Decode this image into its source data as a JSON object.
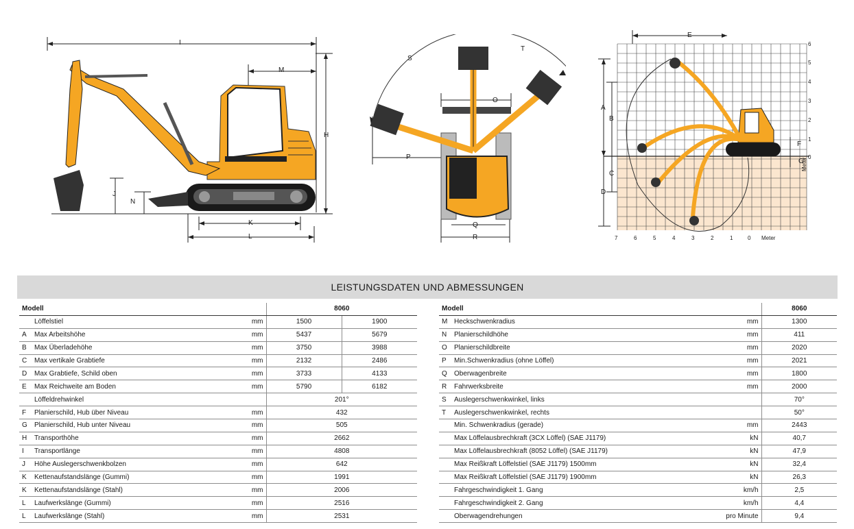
{
  "diagram_labels": {
    "side": {
      "I": "I",
      "M": "M",
      "H": "H",
      "J": "J",
      "N": "N",
      "K": "K",
      "L": "L"
    },
    "front": {
      "S": "S",
      "T": "T",
      "O": "O",
      "P": "P",
      "Q": "Q",
      "R": "R"
    },
    "range": {
      "E": "E",
      "A": "A",
      "B": "B",
      "C": "C",
      "D": "D",
      "F": "F",
      "G": "G",
      "meter_bottom": "Meter",
      "meter_side": "Meter",
      "x_ticks": [
        "7",
        "6",
        "5",
        "4",
        "3",
        "2",
        "1",
        "0"
      ],
      "y_ticks": [
        "6",
        "5",
        "4",
        "3",
        "2",
        "1",
        "0"
      ]
    }
  },
  "title": "LEISTUNGSDATEN UND ABMESSUNGEN",
  "left_table": {
    "header": {
      "label": "Modell",
      "model": "8060"
    },
    "rows": [
      {
        "letter": "",
        "label": "Löffelstiel",
        "unit": "mm",
        "v1": "1500",
        "v2": "1900"
      },
      {
        "letter": "A",
        "label": "Max Arbeitshöhe",
        "unit": "mm",
        "v1": "5437",
        "v2": "5679"
      },
      {
        "letter": "B",
        "label": "Max Überladehöhe",
        "unit": "mm",
        "v1": "3750",
        "v2": "3988"
      },
      {
        "letter": "C",
        "label": "Max vertikale Grabtiefe",
        "unit": "mm",
        "v1": "2132",
        "v2": "2486"
      },
      {
        "letter": "D",
        "label": "Max Grabtiefe, Schild oben",
        "unit": "mm",
        "v1": "3733",
        "v2": "4133"
      },
      {
        "letter": "E",
        "label": "Max Reichweite am Boden",
        "unit": "mm",
        "v1": "5790",
        "v2": "6182"
      },
      {
        "letter": "",
        "label": "Löffeldrehwinkel",
        "unit": "",
        "v": "201°"
      },
      {
        "letter": "F",
        "label": "Planierschild, Hub über Niveau",
        "unit": "mm",
        "v": "432"
      },
      {
        "letter": "G",
        "label": "Planierschild, Hub unter Niveau",
        "unit": "mm",
        "v": "505"
      },
      {
        "letter": "H",
        "label": "Transporthöhe",
        "unit": "mm",
        "v": "2662"
      },
      {
        "letter": "I",
        "label": "Transportlänge",
        "unit": "mm",
        "v": "4808"
      },
      {
        "letter": "J",
        "label": "Höhe Auslegerschwenkbolzen",
        "unit": "mm",
        "v": "642"
      },
      {
        "letter": "K",
        "label": "Kettenaufstandslänge (Gummi)",
        "unit": "mm",
        "v": "1991"
      },
      {
        "letter": "K",
        "label": "Kettenaufstandslänge (Stahl)",
        "unit": "mm",
        "v": "2006"
      },
      {
        "letter": "L",
        "label": "Laufwerkslänge (Gummi)",
        "unit": "mm",
        "v": "2516"
      },
      {
        "letter": "L",
        "label": "Laufwerkslänge (Stahl)",
        "unit": "mm",
        "v": "2531"
      }
    ]
  },
  "right_table": {
    "header": {
      "label": "Modell",
      "model": "8060"
    },
    "rows": [
      {
        "letter": "M",
        "label": "Heckschwenkradius",
        "unit": "mm",
        "v": "1300"
      },
      {
        "letter": "N",
        "label": "Planierschildhöhe",
        "unit": "mm",
        "v": "411"
      },
      {
        "letter": "O",
        "label": "Planierschildbreite",
        "unit": "mm",
        "v": "2020"
      },
      {
        "letter": "P",
        "label": "Min.Schwenkradius (ohne Löffel)",
        "unit": "mm",
        "v": "2021"
      },
      {
        "letter": "Q",
        "label": "Oberwagenbreite",
        "unit": "mm",
        "v": "1800"
      },
      {
        "letter": "R",
        "label": "Fahrwerksbreite",
        "unit": "mm",
        "v": "2000"
      },
      {
        "letter": "S",
        "label": "Auslegerschwenkwinkel, links",
        "unit": "",
        "v": "70°"
      },
      {
        "letter": "T",
        "label": "Auslegerschwenkwinkel, rechts",
        "unit": "",
        "v": "50°"
      },
      {
        "letter": "",
        "label": "Min. Schwenkradius (gerade)",
        "unit": "mm",
        "v": "2443"
      },
      {
        "letter": "",
        "label": "Max Löffelausbrechkraft (3CX Löffel) (SAE J1179)",
        "unit": "kN",
        "v": "40,7"
      },
      {
        "letter": "",
        "label": "Max Löffelausbrechkraft (8052 Löffel) (SAE J1179)",
        "unit": "kN",
        "v": "47,9"
      },
      {
        "letter": "",
        "label": "Max Reißkraft Löffelstiel (SAE J1179) 1500mm",
        "unit": "kN",
        "v": "32,4"
      },
      {
        "letter": "",
        "label": "Max Reißkraft Löffelstiel (SAE J1179) 1900mm",
        "unit": "kN",
        "v": "26,3"
      },
      {
        "letter": "",
        "label": "Fahrgeschwindigkeit 1. Gang",
        "unit": "km/h",
        "v": "2,5"
      },
      {
        "letter": "",
        "label": "Fahrgeschwindigkeit 2. Gang",
        "unit": "km/h",
        "v": "4,4"
      },
      {
        "letter": "",
        "label": "Oberwagendrehungen",
        "unit": "pro Minute",
        "v": "9,4"
      }
    ]
  },
  "colors": {
    "machine": "#f5a623",
    "dark": "#1a1a1a",
    "banner": "#d9d9d9",
    "dig_area": "#fbe6cf"
  }
}
